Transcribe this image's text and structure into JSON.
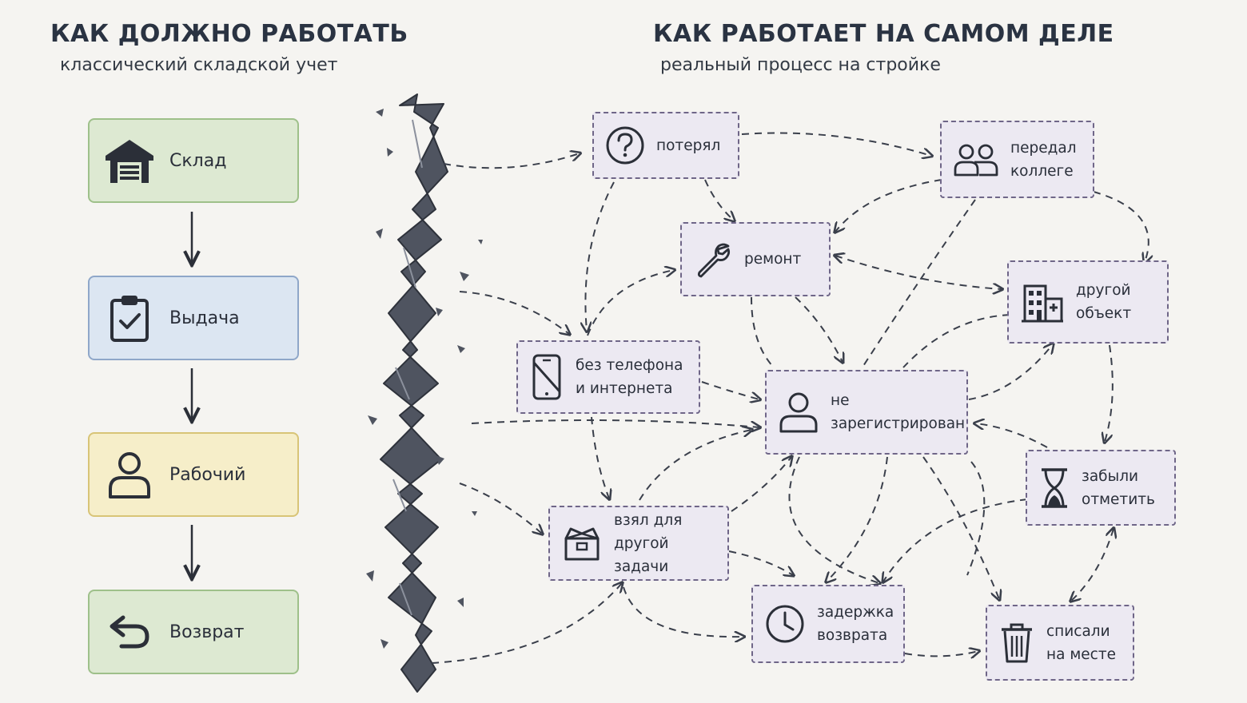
{
  "left_column": {
    "title": "КАК ДОЛЖНО РАБОТАТЬ",
    "subtitle": "классический складской учет",
    "steps": [
      {
        "label": "Склад",
        "icon": "warehouse-icon"
      },
      {
        "label": "Выдача",
        "icon": "clipboard-check-icon"
      },
      {
        "label": "Рабочий",
        "icon": "person-icon"
      },
      {
        "label": "Возврат",
        "icon": "return-arrow-icon"
      }
    ]
  },
  "right_column": {
    "title": "КАК РАБОТАЕТ НА САМОМ ДЕЛЕ",
    "subtitle": "реальный процесс на стройке",
    "nodes": {
      "lost": {
        "label": "потерял",
        "icon": "question-icon"
      },
      "colleague": {
        "label": "передал\nколлеге",
        "icon": "people-icon"
      },
      "repair": {
        "label": "ремонт",
        "icon": "wrench-icon"
      },
      "object": {
        "label": "другой\nобъект",
        "icon": "building-icon"
      },
      "nophone": {
        "label": "без телефона\nи интернета",
        "icon": "crossed-phone-icon"
      },
      "unreg": {
        "label": "не\nзарегистрирован",
        "icon": "user-outline-icon"
      },
      "forgot": {
        "label": "забыли\nотметить",
        "icon": "hourglass-icon"
      },
      "othertask": {
        "label": "взял для\nдругой задачи",
        "icon": "box-icon"
      },
      "delay": {
        "label": "задержка\nвозврата",
        "icon": "clock-icon"
      },
      "writeoff": {
        "label": "списали\nна месте",
        "icon": "trash-icon"
      }
    }
  },
  "colors": {
    "background": "#f5f4f1",
    "crack": "#4f5460",
    "arrow": "#3a3f4b",
    "node_fill": "#ece9f2",
    "node_border": "#6f6688"
  }
}
